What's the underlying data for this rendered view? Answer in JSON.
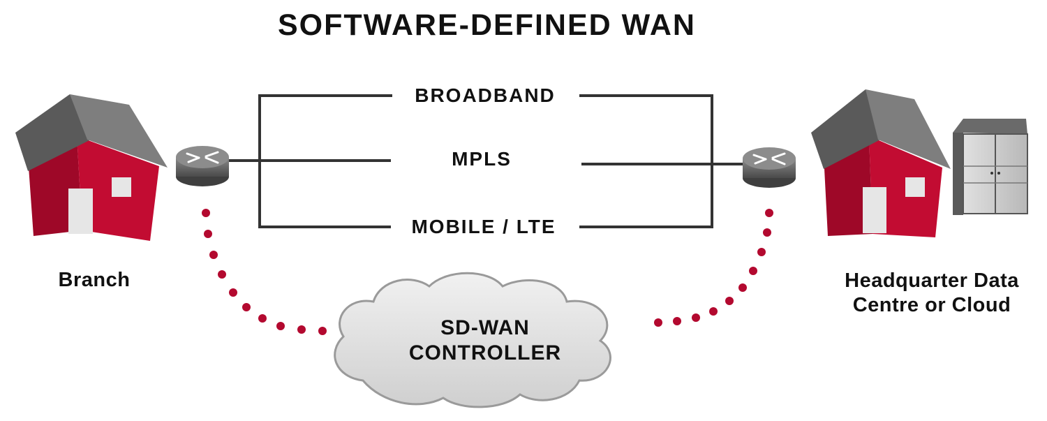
{
  "title": "SOFTWARE-DEFINED WAN",
  "links": {
    "broadband": "BROADBAND",
    "mpls": "MPLS",
    "mobile_lte": "MOBILE / LTE"
  },
  "sites": {
    "branch": "Branch",
    "headquarter": "Headquarter Data Centre or Cloud"
  },
  "controller": "SD-WAN CONTROLLER",
  "colors": {
    "house_red": "#c20c32",
    "roof_gray": "#6e6e6e",
    "line": "#333333",
    "dots": "#b3092f",
    "cloud": "#dedede"
  }
}
